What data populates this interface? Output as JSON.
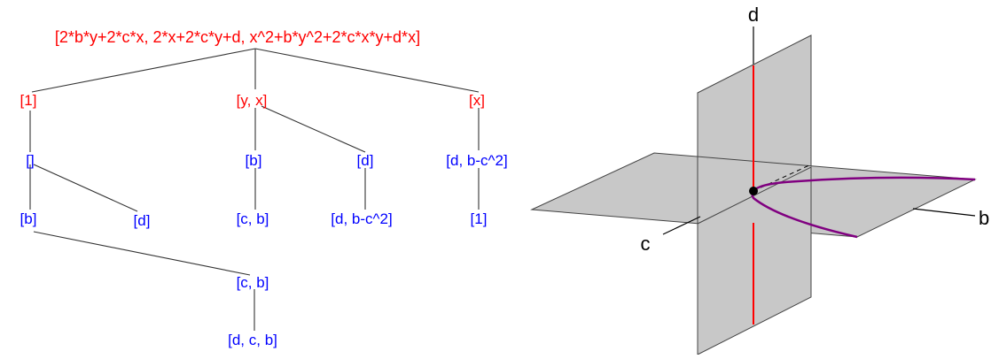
{
  "tree": {
    "root": "[2*b*y+2*c*x, 2*x+2*c*y+d, x^2+b*y^2+2*c*x*y+d*x]",
    "level1": [
      "[1]",
      "[y, x]",
      "[x]"
    ],
    "level2": [
      "[]",
      "[b]",
      "[d]",
      "[d, b-c^2]"
    ],
    "level3": [
      "[b]",
      "[d]",
      "[c, b]",
      "[d, b-c^2]",
      "[1]"
    ],
    "level4": [
      "[c, b]"
    ],
    "level5": [
      "[d, c, b]"
    ]
  },
  "axes": {
    "d": "d",
    "b": "b",
    "c": "c"
  },
  "colors": {
    "root_text": "#ff0000",
    "level1_text": "#ff0000",
    "other_text": "#0000ff",
    "plane_fill": "#c8c8c8",
    "red_line": "#ff0000",
    "curve": "#800080"
  }
}
